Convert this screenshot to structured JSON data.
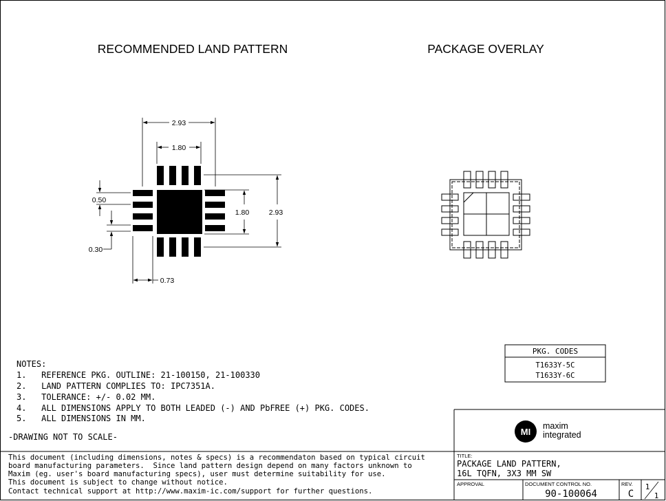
{
  "headings": {
    "land_pattern": "RECOMMENDED LAND PATTERN",
    "package_overlay": "PACKAGE OVERLAY"
  },
  "dimensions": {
    "overall_width": "2.93",
    "pad_width": "1.80",
    "overall_height": "2.93",
    "pad_height": "1.80",
    "pitch": "0.50",
    "lead_width": "0.30",
    "lead_length": "0.73"
  },
  "pkg_codes": {
    "title": "PKG. CODES",
    "codes": [
      "T1633Y-5C",
      "T1633Y-6C"
    ]
  },
  "notes": {
    "title": "NOTES:",
    "items": [
      "1.   REFERENCE PKG. OUTLINE: 21-100150, 21-100330",
      "2.   LAND PATTERN COMPLIES TO: IPC7351A.",
      "3.   TOLERANCE: +/- 0.02 MM.",
      "4.   ALL DIMENSIONS APPLY TO BOTH LEADED (-) AND PbFREE (+) PKG. CODES.",
      "5.   ALL DIMENSIONS IN MM."
    ],
    "not_to_scale": "-DRAWING NOT TO SCALE-"
  },
  "disclaimer": {
    "lines": [
      "This document (including dimensions, notes & specs) is a recommendaton based on typical circuit",
      "board manufacturing parameters.  Since land pattern design depend on many factors unknown to",
      "Maxim (eg. user's board manufacturing specs), user must determine suitability for use.",
      "This document is subject to change without notice.",
      "Contact technical support at http://www.maxim-ic.com/support for further questions."
    ]
  },
  "title_block": {
    "logo_mark": "MI",
    "logo_line1": "maxim",
    "logo_line2": "integrated",
    "title_label": "TITLE:",
    "title_line1": "PACKAGE LAND PATTERN,",
    "title_line2": "16L TQFN, 3X3 MM SW",
    "approval_label": "APPROVAL",
    "doc_control_label": "DOCUMENT CONTROL NO.",
    "doc_number": "90-100064",
    "rev_label": "REV.",
    "rev_value": "C",
    "sheet_num": "1",
    "sheet_den": "1"
  }
}
